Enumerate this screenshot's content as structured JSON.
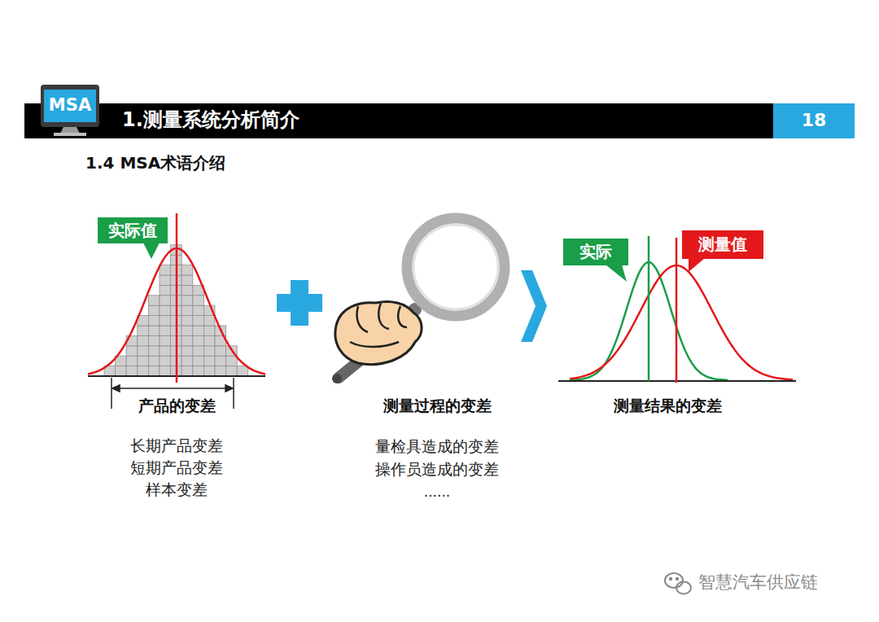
{
  "diagram": {
    "title": "1.测量系统分析简介",
    "nodes": [
      {
        "text": [
          "MSA"
        ]
      },
      {
        "text": [
          "18"
        ]
      },
      {
        "text": [
          "实际值"
        ]
      },
      {
        "text": [
          "实际"
        ]
      },
      {
        "text": [
          "测量值"
        ]
      }
    ],
    "labels": [
      "1.4 MSA术语介绍",
      "产品的变差",
      "长期产品变差",
      "短期产品变差",
      "样本变差",
      "测量过程的变差",
      "量检具造成的变差",
      "操作员造成的变差",
      "......",
      "测量结果的变差",
      "智慧汽车供应链"
    ]
  }
}
